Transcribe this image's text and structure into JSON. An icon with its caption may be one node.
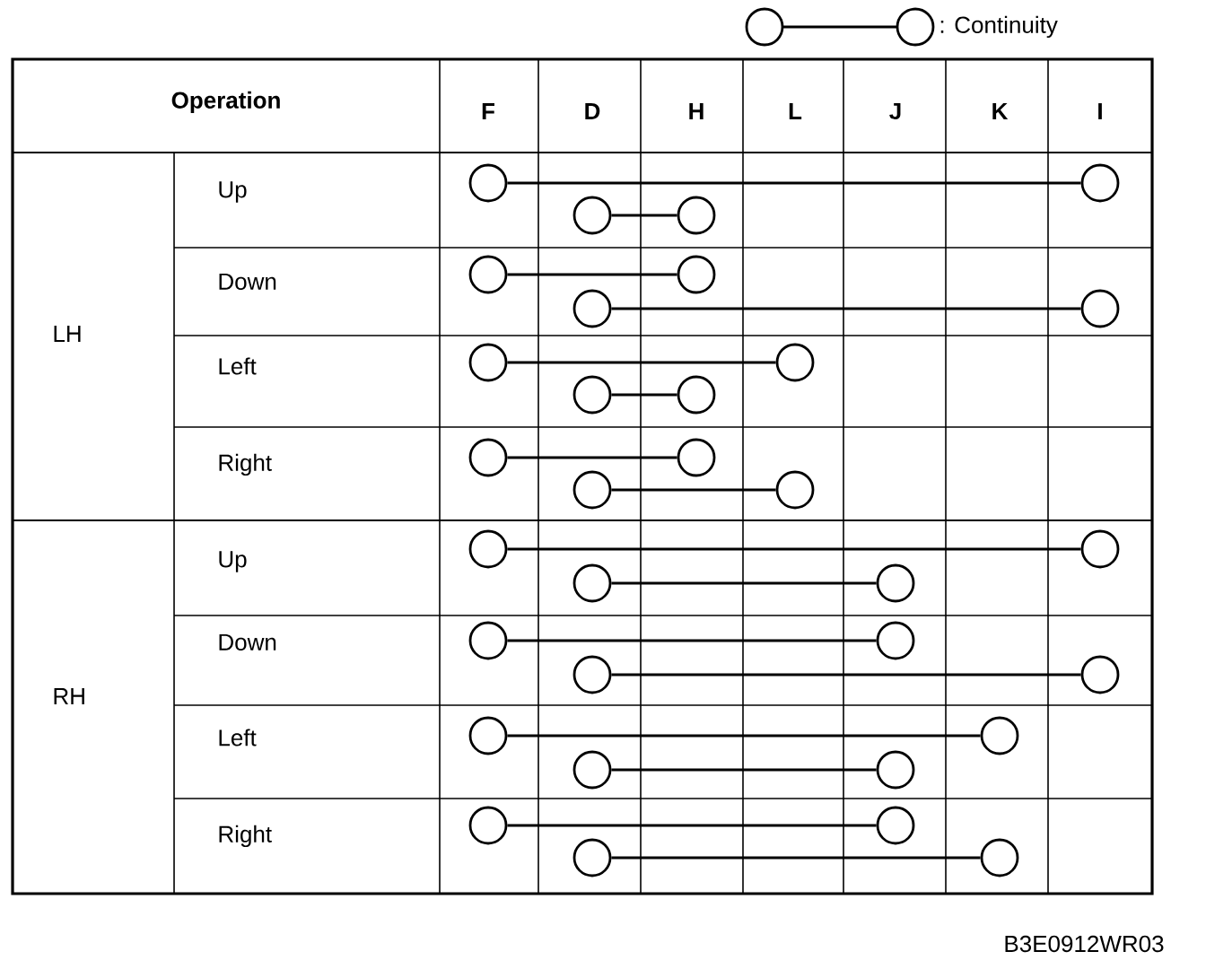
{
  "diagram": {
    "nodes": [
      {
        "text": [],
        "shape": "circle"
      },
      {
        "text": [],
        "shape": "circle"
      },
      {
        "text": [],
        "shape": "circle"
      },
      {
        "text": [],
        "shape": "circle"
      },
      {
        "text": [],
        "shape": "circle"
      },
      {
        "text": [],
        "shape": "circle"
      },
      {
        "text": [],
        "shape": "circle"
      },
      {
        "text": [],
        "shape": "circle"
      },
      {
        "text": [],
        "shape": "circle"
      },
      {
        "text": [],
        "shape": "circle"
      },
      {
        "text": [],
        "shape": "circle"
      },
      {
        "text": [],
        "shape": "circle"
      },
      {
        "text": [],
        "shape": "circle"
      },
      {
        "text": [],
        "shape": "circle"
      },
      {
        "text": [],
        "shape": "circle"
      },
      {
        "text": [],
        "shape": "circle"
      },
      {
        "text": [],
        "shape": "circle"
      },
      {
        "text": [],
        "shape": "circle"
      },
      {
        "text": [],
        "shape": "circle"
      },
      {
        "text": [],
        "shape": "circle"
      },
      {
        "text": [],
        "shape": "circle"
      },
      {
        "text": [],
        "shape": "circle"
      },
      {
        "text": [],
        "shape": "circle"
      },
      {
        "text": [],
        "shape": "circle"
      },
      {
        "text": [],
        "shape": "circle"
      },
      {
        "text": [],
        "shape": "circle"
      },
      {
        "text": [],
        "shape": "circle"
      },
      {
        "text": [],
        "shape": "circle"
      },
      {
        "text": [],
        "shape": "circle"
      },
      {
        "text": [],
        "shape": "circle"
      },
      {
        "text": [],
        "shape": "circle"
      },
      {
        "text": [],
        "shape": "circle"
      }
    ],
    "edges": [
      {
        "from": 0,
        "to": 1,
        "arrow": "none"
      },
      {
        "from": 2,
        "to": 3,
        "arrow": "none"
      },
      {
        "from": 4,
        "to": 5,
        "arrow": "none"
      },
      {
        "from": 6,
        "to": 7,
        "arrow": "none"
      },
      {
        "from": 8,
        "to": 9,
        "arrow": "none"
      },
      {
        "from": 10,
        "to": 11,
        "arrow": "none"
      },
      {
        "from": 12,
        "to": 13,
        "arrow": "none"
      },
      {
        "from": 14,
        "to": 15,
        "arrow": "none"
      },
      {
        "from": 16,
        "to": 17,
        "arrow": "none"
      },
      {
        "from": 18,
        "to": 19,
        "arrow": "none"
      },
      {
        "from": 20,
        "to": 21,
        "arrow": "none"
      },
      {
        "from": 22,
        "to": 23,
        "arrow": "none"
      },
      {
        "from": 24,
        "to": 25,
        "arrow": "none"
      },
      {
        "from": 26,
        "to": 27,
        "arrow": "none"
      },
      {
        "from": 28,
        "to": 29,
        "arrow": "none"
      },
      {
        "from": 30,
        "to": 31,
        "arrow": "none"
      }
    ],
    "labels": [
      "Operation",
      "F",
      "D",
      "H",
      "L",
      "J",
      "K",
      "I",
      "LH",
      "Up",
      "Down",
      "Left",
      "Right",
      "RH",
      "Up",
      "Down",
      "Left",
      "Right",
      "B3E0912WR03"
    ],
    "legend": [
      {
        "text": ": Continuity"
      }
    ]
  }
}
